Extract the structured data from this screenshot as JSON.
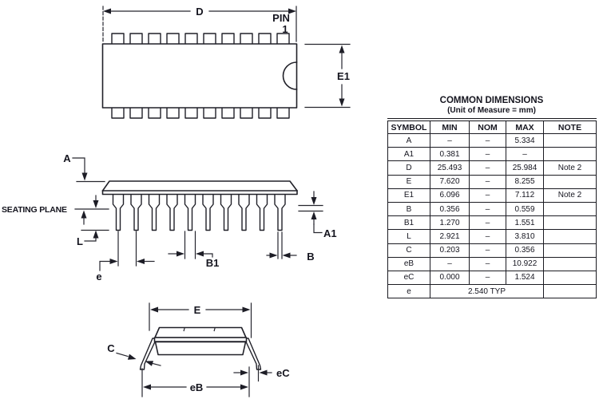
{
  "drawing": {
    "colors": {
      "line": "#202028",
      "label": "#15151f",
      "pin1_accent": "#ad4f1f"
    },
    "top_view": {
      "d": "D",
      "pin": "PIN",
      "pin_number": "1",
      "e1": "E1"
    },
    "side_view": {
      "a": "A",
      "seating_plane": "SEATING PLANE",
      "l": "L",
      "e": "e",
      "b1": "B1",
      "b": "B",
      "a1": "A1"
    },
    "end_view": {
      "e": "E",
      "c": "C",
      "eb": "eB",
      "ec": "eC"
    }
  },
  "table": {
    "title": "COMMON DIMENSIONS",
    "subtitle": "(Unit of Measure = mm)",
    "headers": [
      "SYMBOL",
      "MIN",
      "NOM",
      "MAX",
      "NOTE"
    ],
    "rows": [
      {
        "symbol": "A",
        "min": "–",
        "nom": "–",
        "max": "5.334",
        "note": ""
      },
      {
        "symbol": "A1",
        "min": "0.381",
        "nom": "–",
        "max": "–",
        "note": ""
      },
      {
        "symbol": "D",
        "min": "25.493",
        "nom": "–",
        "max": "25.984",
        "note": "Note 2"
      },
      {
        "symbol": "E",
        "min": "7.620",
        "nom": "–",
        "max": "8.255",
        "note": ""
      },
      {
        "symbol": "E1",
        "min": "6.096",
        "nom": "–",
        "max": "7.112",
        "note": "Note 2"
      },
      {
        "symbol": "B",
        "min": "0.356",
        "nom": "–",
        "max": "0.559",
        "note": ""
      },
      {
        "symbol": "B1",
        "min": "1.270",
        "nom": "–",
        "max": "1.551",
        "note": ""
      },
      {
        "symbol": "L",
        "min": "2.921",
        "nom": "–",
        "max": "3.810",
        "note": ""
      },
      {
        "symbol": "C",
        "min": "0.203",
        "nom": "–",
        "max": "0.356",
        "note": ""
      },
      {
        "symbol": "eB",
        "min": "–",
        "nom": "–",
        "max": "10.922",
        "note": ""
      },
      {
        "symbol": "eC",
        "min": "0.000",
        "nom": "–",
        "max": "1.524",
        "note": ""
      },
      {
        "symbol": "e",
        "typ": "2.540 TYP",
        "note": ""
      }
    ]
  }
}
